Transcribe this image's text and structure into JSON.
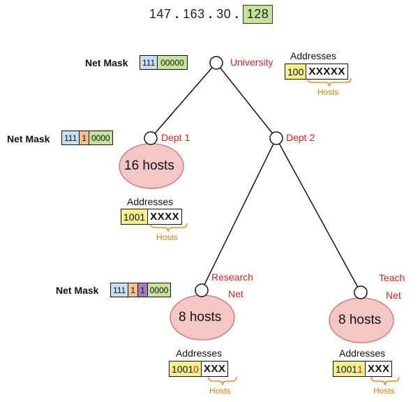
{
  "ip": {
    "octet1": "147",
    "octet2": "163",
    "octet3": "30",
    "octet4": "128",
    "sep": "."
  },
  "nodes": {
    "university": {
      "label": "University"
    },
    "dept1": {
      "label": "Dept 1",
      "hosts": "16 hosts"
    },
    "dept2": {
      "label": "Dept 2"
    },
    "research": {
      "label_line1": "Research",
      "label_line2": "Net",
      "hosts": "8 hosts"
    },
    "teach": {
      "label_line1": "Teach",
      "label_line2": "Net",
      "hosts": "8 hosts"
    }
  },
  "netmasks": [
    {
      "label": "Net Mask",
      "segments": [
        "111",
        "00000"
      ]
    },
    {
      "label": "Net Mask",
      "segments": [
        "111",
        "1",
        "0000"
      ]
    },
    {
      "label": "Net Mask",
      "segments": [
        "111",
        "1",
        "1",
        "0000"
      ]
    }
  ],
  "addresses": {
    "heading": "Addresses",
    "hosts_label": "Hosts",
    "university": {
      "prefix": "100",
      "x": "XXXXX"
    },
    "dept1": {
      "prefix": "1001",
      "x": "XXXX"
    },
    "research": {
      "prefix_a": "1001",
      "prefix_b": "0",
      "x": "XXX"
    },
    "teach": {
      "prefix_a": "1001",
      "prefix_b": "1",
      "x": "XXX"
    }
  },
  "colors": {
    "node_label": "#e02020",
    "hosts_brace": "#f07a00",
    "ellipse_fill": "#f4c7c7",
    "ellipse_stroke": "#d87a7a",
    "mask_blue": "#c7dff5",
    "mask_green": "#c5e39a",
    "mask_orange": "#f6c08d",
    "mask_purple": "#a07cc4",
    "address_yellow": "#f6f08a"
  }
}
